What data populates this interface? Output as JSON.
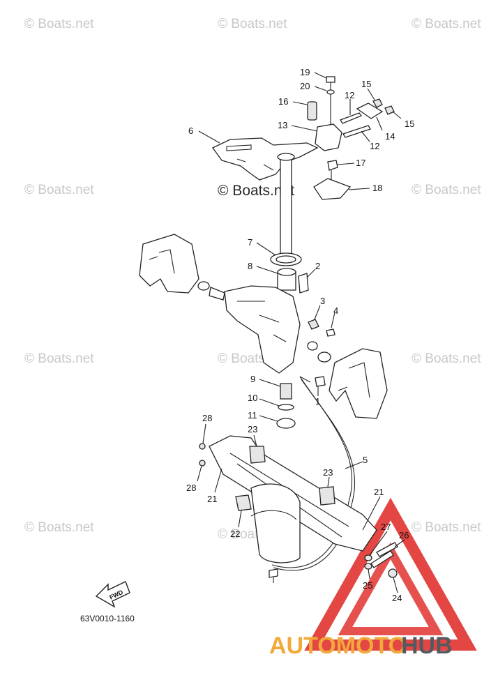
{
  "watermark_text": "© Boats.net",
  "main_watermark_text": "© Boats.net",
  "diagram_code": "63V0010-1160",
  "fwd_label": "FWD",
  "logo": {
    "part1": "AUTOMOTO",
    "part2": "HUB",
    "color1": "#f2a93b",
    "color2": "#555a60",
    "triangle_color": "#e0322f"
  },
  "callouts": [
    {
      "label": "19"
    },
    {
      "label": "20"
    },
    {
      "label": "16"
    },
    {
      "label": "12"
    },
    {
      "label": "15"
    },
    {
      "label": "13"
    },
    {
      "label": "14"
    },
    {
      "label": "15"
    },
    {
      "label": "6"
    },
    {
      "label": "12"
    },
    {
      "label": "17"
    },
    {
      "label": "18"
    },
    {
      "label": "7"
    },
    {
      "label": "8"
    },
    {
      "label": "2"
    },
    {
      "label": "3"
    },
    {
      "label": "4"
    },
    {
      "label": "9"
    },
    {
      "label": "1"
    },
    {
      "label": "10"
    },
    {
      "label": "11"
    },
    {
      "label": "28"
    },
    {
      "label": "23"
    },
    {
      "label": "5"
    },
    {
      "label": "23"
    },
    {
      "label": "28"
    },
    {
      "label": "21"
    },
    {
      "label": "21"
    },
    {
      "label": "27"
    },
    {
      "label": "26"
    },
    {
      "label": "22"
    },
    {
      "label": "25"
    },
    {
      "label": "24"
    }
  ]
}
